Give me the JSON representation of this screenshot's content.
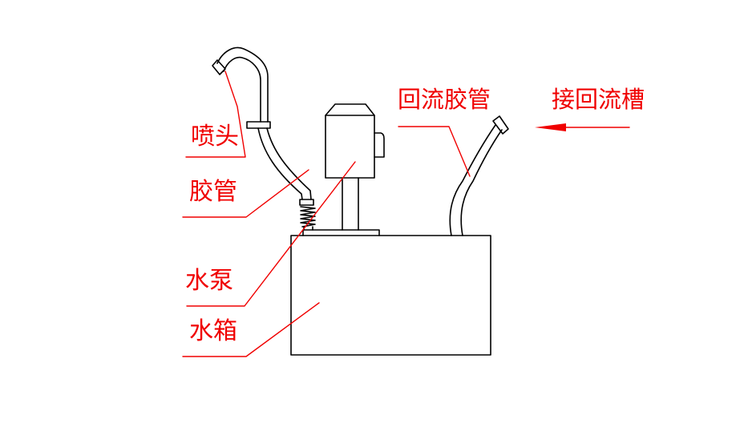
{
  "diagram": {
    "type": "cad-line-drawing",
    "description": "Spray pump and water tank circulation system",
    "colors": {
      "background": "#ffffff",
      "line": "#000000",
      "annotation": "#f00000"
    },
    "labels": {
      "nozzle": "喷头",
      "hose": "胶管",
      "pump": "水泵",
      "tank": "水箱",
      "return_hose": "回流胶管",
      "to_return_trough": "接回流槽"
    }
  }
}
